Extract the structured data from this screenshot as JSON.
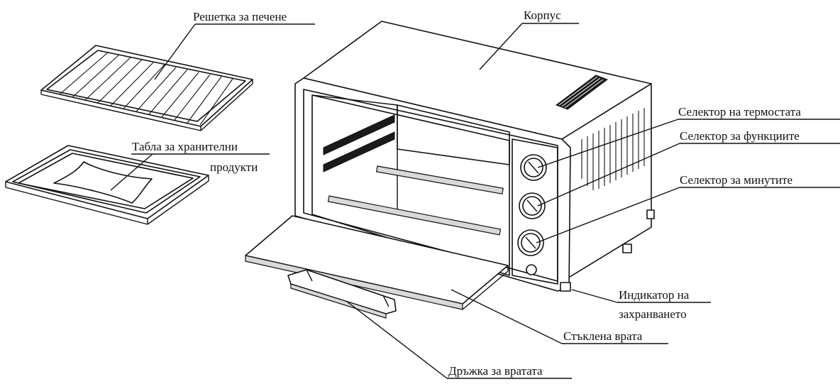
{
  "labels": {
    "grill_rack": "Решетка за печене",
    "food_tray_line1": "Табла за хранителни",
    "food_tray_line2": "продукти",
    "housing": "Корпус",
    "thermostat_selector": "Селектор на термостата",
    "function_selector": "Селектор за функциите",
    "minutes_selector": "Селектор за минутите",
    "power_indicator_line1": "Индикатор на",
    "power_indicator_line2": "захранването",
    "glass_door": "Стъклена врата",
    "door_handle": "Дръжка за вратата"
  }
}
